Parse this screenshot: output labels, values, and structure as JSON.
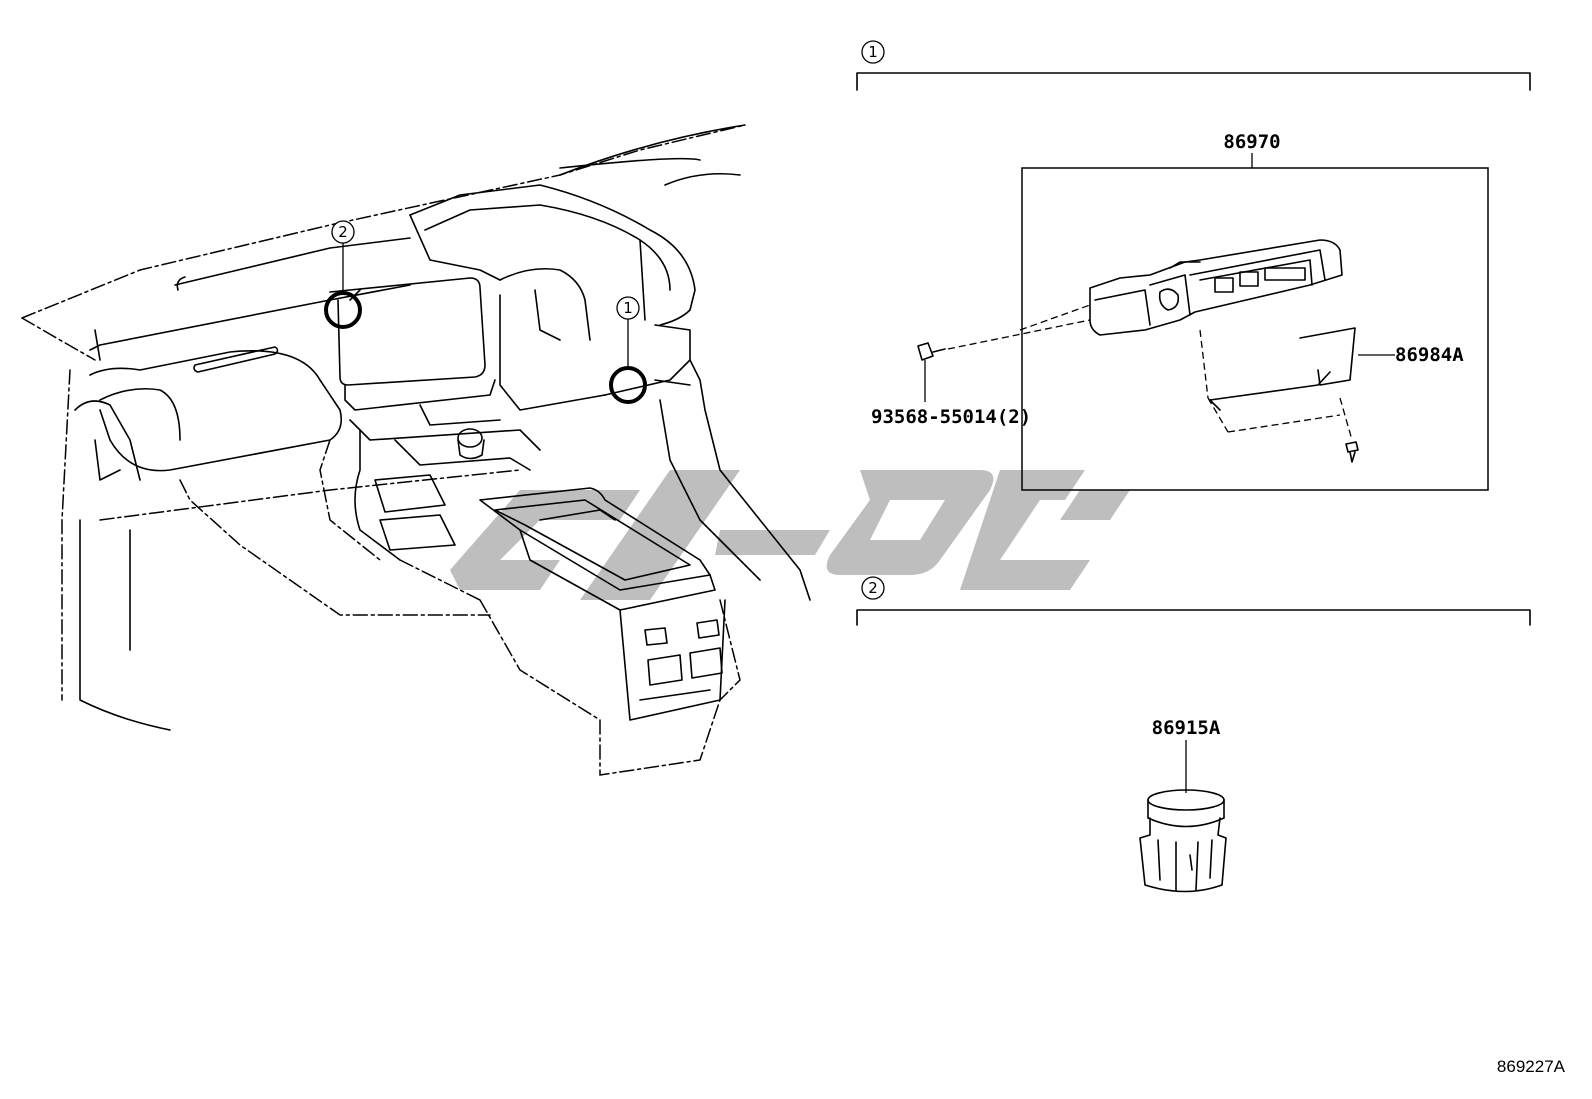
{
  "callouts": {
    "one": "1",
    "two": "2"
  },
  "parts": {
    "unit": "86970",
    "bracket": "86984A",
    "screw": "93568-55014(2)",
    "jack": "86915A"
  },
  "diagram_code": "869227A",
  "watermark": {
    "color": "#b3b3b3"
  }
}
